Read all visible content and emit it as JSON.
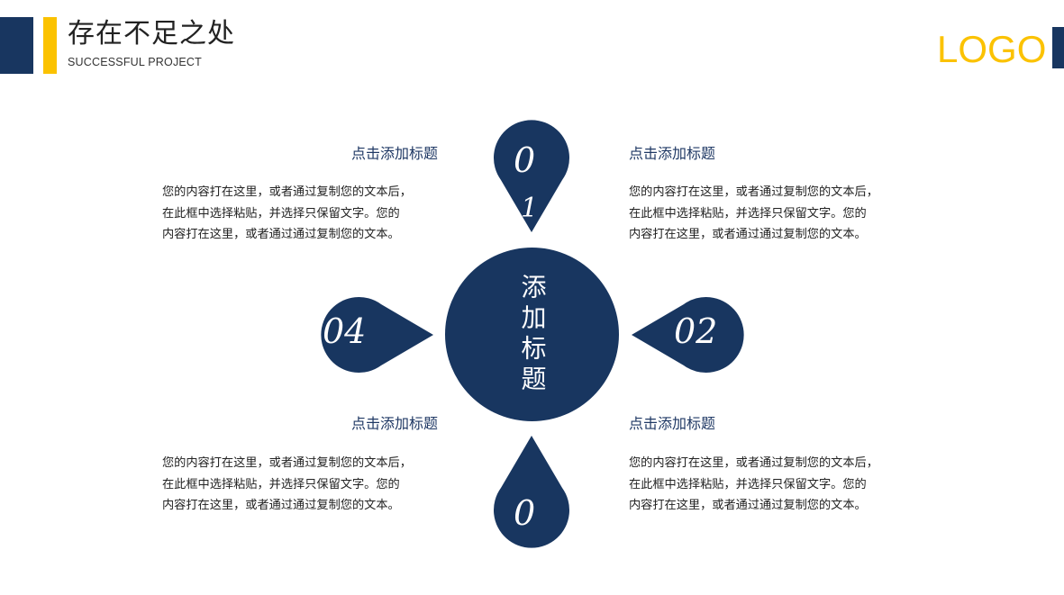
{
  "header": {
    "title": "存在不足之处",
    "subtitle": "SUCCESSFUL PROJECT",
    "logo": "LOGO"
  },
  "colors": {
    "navy": "#183660",
    "yellow": "#FBC200",
    "heading_text": "#1F3864"
  },
  "center": {
    "label": "添加标题"
  },
  "markers": [
    {
      "id": "01",
      "label_visible": "0",
      "label_second": "1",
      "direction": "up"
    },
    {
      "id": "02",
      "label_visible": "02",
      "direction": "right"
    },
    {
      "id": "03",
      "label_visible": "0",
      "direction": "down"
    },
    {
      "id": "04",
      "label_visible": "04",
      "direction": "left"
    }
  ],
  "blocks": [
    {
      "position": "top-left",
      "title": "点击添加标题",
      "lines": [
        "您的内容打在这里，或者通过复制您的文本后，",
        "在此框中选择粘贴，并选择只保留文字。您的",
        "内容打在这里，或者通过通过复制您的文本。"
      ]
    },
    {
      "position": "top-right",
      "title": "点击添加标题",
      "lines": [
        "您的内容打在这里，或者通过复制您的文本后，",
        "在此框中选择粘贴，并选择只保留文字。您的",
        "内容打在这里，或者通过通过复制您的文本。"
      ]
    },
    {
      "position": "bottom-left",
      "title": "点击添加标题",
      "lines": [
        "您的内容打在这里，或者通过复制您的文本后，",
        "在此框中选择粘贴，并选择只保留文字。您的",
        "内容打在这里，或者通过通过复制您的文本。"
      ]
    },
    {
      "position": "bottom-right",
      "title": "点击添加标题",
      "lines": [
        "您的内容打在这里，或者通过复制您的文本后，",
        "在此框中选择粘贴，并选择只保留文字。您的",
        "内容打在这里，或者通过通过复制您的文本。"
      ]
    }
  ]
}
